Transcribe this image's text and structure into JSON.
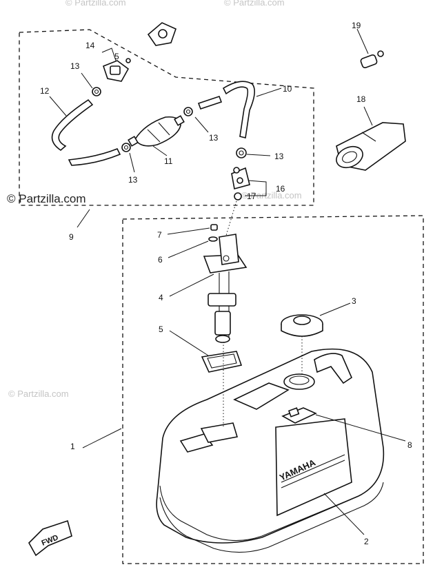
{
  "watermark": {
    "main": "© Partzilla.com",
    "faded": "© Partzilla.com"
  },
  "brand_text": "YAMAHA",
  "direction_text": "FWD",
  "callouts": {
    "c1": "1",
    "c2": "2",
    "c3": "3",
    "c4": "4",
    "c5": "5",
    "c5b": "5",
    "c6": "6",
    "c7": "7",
    "c8": "8",
    "c9": "9",
    "c10": "10",
    "c11": "11",
    "c12": "12",
    "c13a": "13",
    "c13b": "13",
    "c13c": "13",
    "c13d": "13",
    "c14": "14",
    "c16": "16",
    "c17": "17",
    "c18": "18",
    "c19": "19"
  }
}
